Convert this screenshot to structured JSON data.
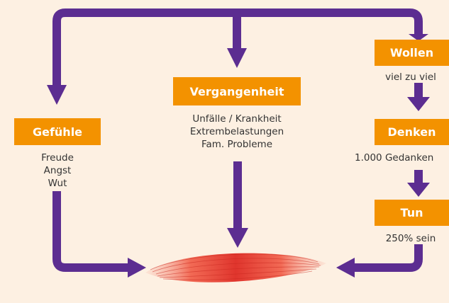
{
  "colors": {
    "background": "#fdf0e2",
    "arrow": "#5c2d91",
    "box": "#f39200",
    "box_text": "#ffffff",
    "body_text": "#333333",
    "muscle": "#e8453c"
  },
  "nodes": {
    "gefuehle": {
      "label": "Gefühle",
      "lines": [
        "Freude",
        "Angst",
        "Wut"
      ]
    },
    "vergangenheit": {
      "label": "Vergangenheit",
      "lines": [
        "Unfälle / Krankheit",
        "Extrembelastungen",
        "Fam. Probleme"
      ]
    },
    "wollen": {
      "label": "Wollen",
      "lines": [
        "viel zu viel"
      ]
    },
    "denken": {
      "label": "Denken",
      "lines": [
        "1.000 Gedanken"
      ]
    },
    "tun": {
      "label": "Tun",
      "lines": [
        "250% sein"
      ]
    }
  },
  "center_image": {
    "icon": "muscle-icon"
  }
}
